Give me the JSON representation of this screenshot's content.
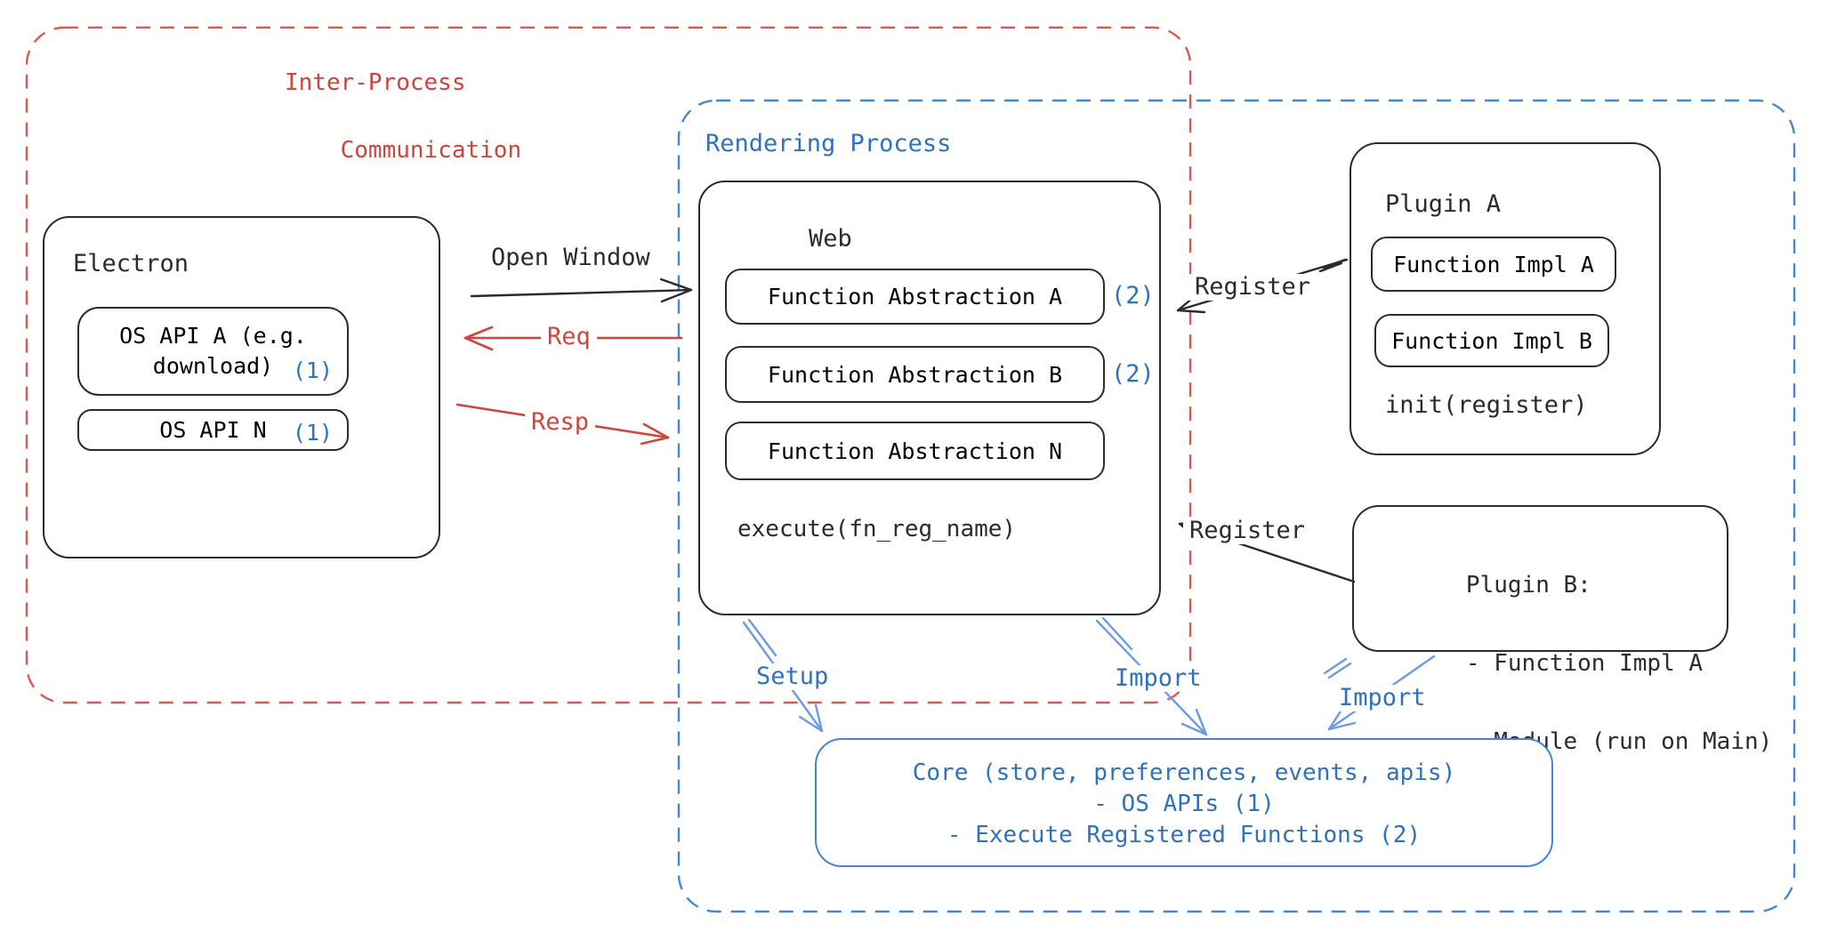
{
  "colors": {
    "red": "#cf443c",
    "red_border": "#d85a50",
    "blue": "#2e71bd",
    "blue_border": "#4486d4",
    "blue_arrow": "#6b9be0",
    "ink": "#2b2b2b"
  },
  "regions": {
    "ipc": {
      "label_line1": "Inter-Process",
      "label_line2": "Communication"
    },
    "rendering": {
      "label": "Rendering Process"
    }
  },
  "electron": {
    "title": "Electron",
    "os_api_a": {
      "line1": "OS API A (e.g.",
      "line2": "download)",
      "badge": "(1)"
    },
    "os_api_n": {
      "label": "OS API N",
      "badge": "(1)"
    }
  },
  "web": {
    "title": "Web",
    "fn_abstraction_a": {
      "label": "Function Abstraction A",
      "badge": "(2)"
    },
    "fn_abstraction_b": {
      "label": "Function Abstraction B",
      "badge": "(2)"
    },
    "fn_abstraction_n": {
      "label": "Function Abstraction N"
    },
    "execute": "execute(fn_reg_name)"
  },
  "plugin_a": {
    "title": "Plugin A",
    "impl_a": "Function Impl A",
    "impl_b": "Function Impl B",
    "init": "init(register)"
  },
  "plugin_b": {
    "line1": "Plugin B:",
    "line2": "- Function Impl A",
    "line3": "- Module (run on Main)"
  },
  "core": {
    "line1": "Core (store, preferences, events, apis)",
    "line2": "- OS APIs (1)",
    "line3": "- Execute Registered Functions (2)"
  },
  "connections": {
    "open_window": "Open Window",
    "req": "Req",
    "resp": "Resp",
    "register_a": "Register",
    "register_b": "Register",
    "setup": "Setup",
    "import_web": "Import",
    "import_plugin": "Import"
  }
}
